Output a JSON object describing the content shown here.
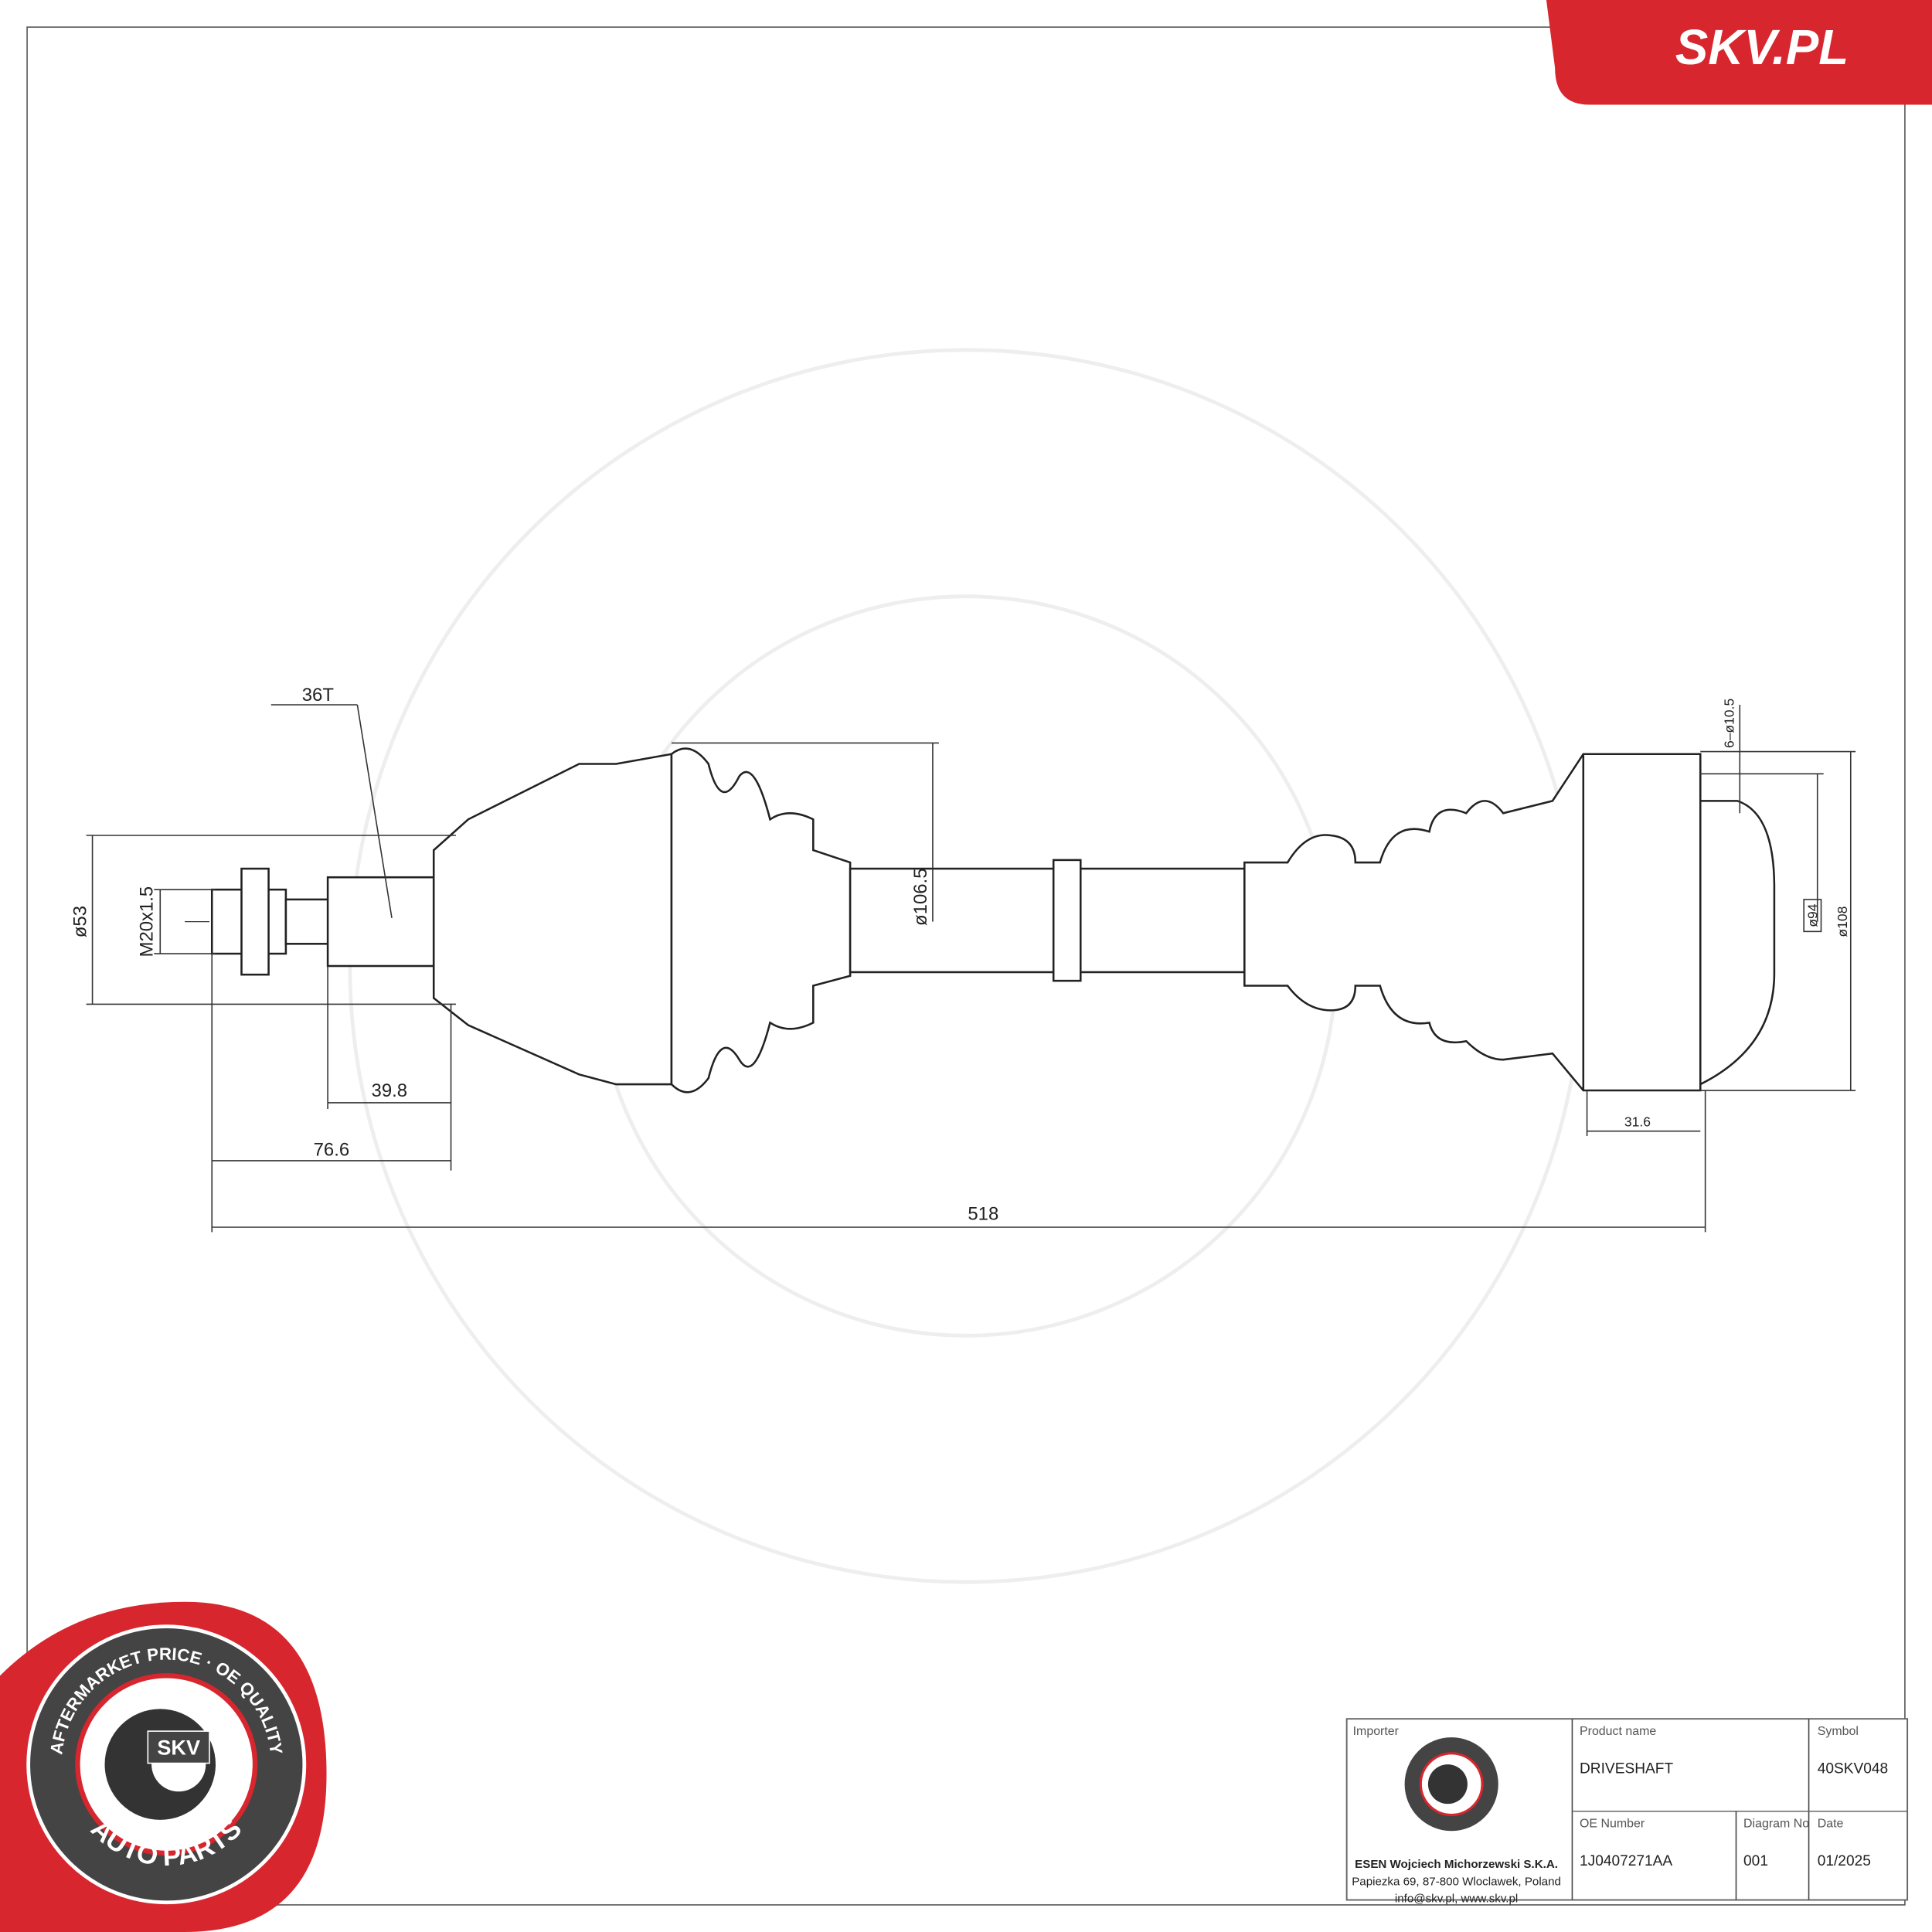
{
  "brand": {
    "site_logo": "SKV.PL",
    "accent": "#d7262e"
  },
  "badge": {
    "top_text": "AFTERMARKET PRICE · OE QUALITY",
    "bottom_text": "AUTO PARTS",
    "center": "SKV"
  },
  "drawing": {
    "splines": "36T",
    "thread": "M20x1.5",
    "dia_outer_joint": "ø53",
    "dia_boot": "ø106.5",
    "bolt_holes": "6–ø10.5",
    "dia_pcd": "ø94",
    "dia_flange": "ø108",
    "len_stub": "39.8",
    "len_joint": "76.6",
    "len_total": "518",
    "len_flange": "31.6"
  },
  "title_block": {
    "importer_label": "Importer",
    "company": "ESEN Wojciech Michorzewski S.K.A.",
    "address": "Papiezka 69, 87-800 Wloclawek, Poland",
    "contact": "info@skv.pl, www.skv.pl",
    "product_label": "Product name",
    "product": "DRIVESHAFT",
    "symbol_label": "Symbol",
    "symbol": "40SKV048",
    "oe_label": "OE Number",
    "oe": "1J0407271AA",
    "diagram_label": "Diagram No",
    "diagram": "001",
    "date_label": "Date",
    "date": "01/2025"
  }
}
